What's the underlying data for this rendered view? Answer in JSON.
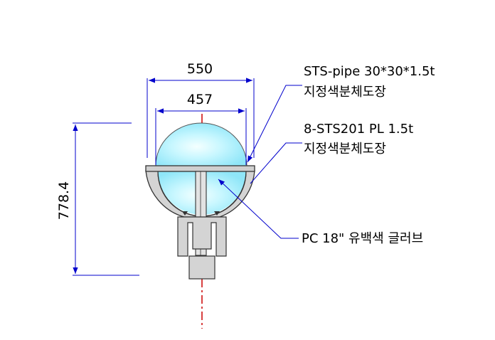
{
  "dimensions": {
    "outer_width": "550",
    "globe_width": "457",
    "height": "778.4"
  },
  "callouts": [
    {
      "line1": "STS-pipe 30*30*1.5t",
      "line2": "지정색분체도장"
    },
    {
      "line1": "8-STS201 PL 1.5t",
      "line2": "지정색분체도장"
    },
    {
      "line1": "PC 18\" 유백색 글러브"
    }
  ],
  "colors": {
    "dimension_line": "#0000cc",
    "center_line": "#cc0000",
    "globe_fill": "#aeefff",
    "body_fill": "#d4d4d4",
    "outline": "#333333"
  }
}
